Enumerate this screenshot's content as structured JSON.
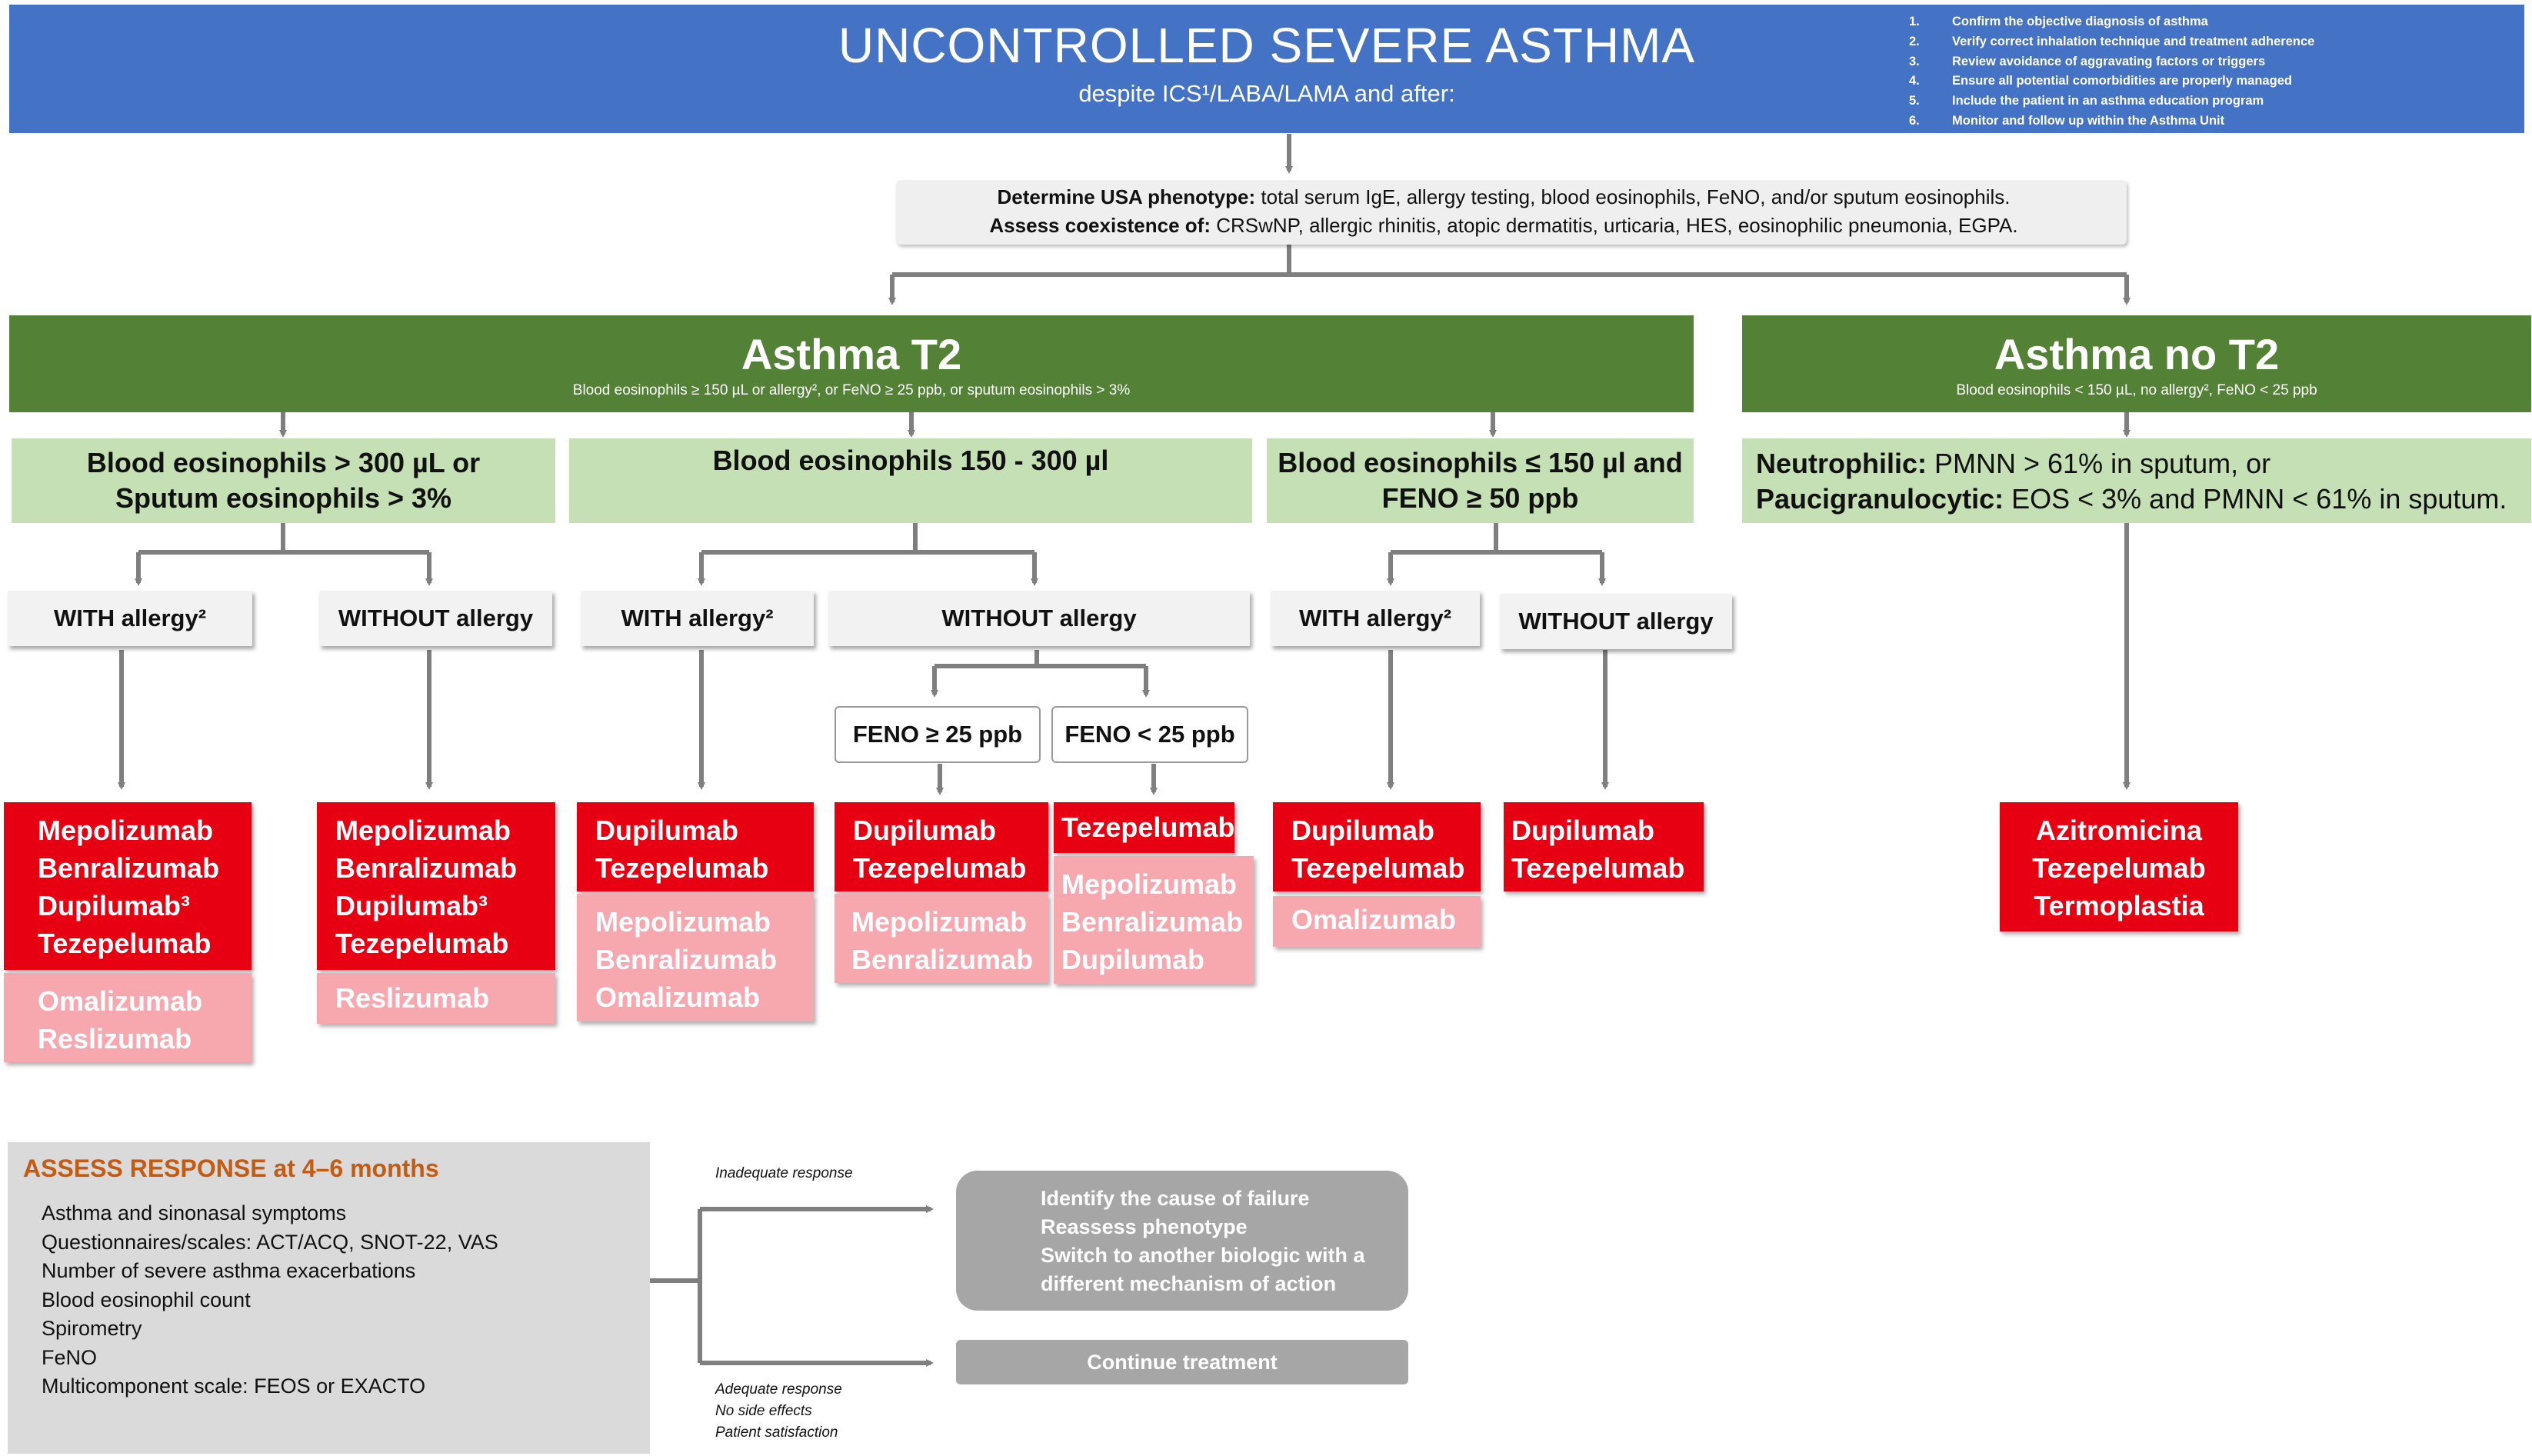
{
  "header": {
    "title": "UNCONTROLLED SEVERE ASTHMA",
    "subtitle": "despite ICS¹/LABA/LAMA and after:",
    "checklist": [
      {
        "num": "1.",
        "text": "Confirm the objective diagnosis of asthma"
      },
      {
        "num": "2.",
        "text": "Verify correct inhalation technique and treatment adherence"
      },
      {
        "num": "3.",
        "text": "Review avoidance of aggravating factors or triggers"
      },
      {
        "num": "4.",
        "text": "Ensure all potential comorbidities are properly managed"
      },
      {
        "num": "5.",
        "text": "Include the patient in an asthma education program"
      },
      {
        "num": "6.",
        "text": "Monitor and follow up within the Asthma Unit"
      }
    ]
  },
  "phenotype": {
    "line1_label": "Determine USA phenotype:",
    "line1_text": " total serum IgE, allergy testing, blood eosinophils, FeNO, and/or sputum eosinophils.",
    "line2_label": "Assess coexistence of:",
    "line2_text": " CRSwNP, allergic rhinitis, atopic dermatitis, urticaria, HES, eosinophilic pneumonia, EGPA."
  },
  "t2": {
    "title": "Asthma T2",
    "subtitle": "Blood eosinophils ≥ 150 µL or allergy², or FeNO ≥ 25 ppb, or sputum eosinophils > 3%"
  },
  "not2": {
    "title": "Asthma no T2",
    "subtitle": "Blood eosinophils < 150 µL, no allergy², FeNO < 25 ppb"
  },
  "groups": {
    "g1": {
      "line1": "Blood eosinophils > 300 µL or",
      "line2": "Sputum eosinophils > 3%"
    },
    "g2": {
      "line1": "Blood eosinophils 150 - 300 µl"
    },
    "g3": {
      "line1": "Blood eosinophils ≤ 150 µl and",
      "line2": "FENO ≥ 50 ppb"
    },
    "g4": {
      "line1_label": "Neutrophilic:",
      "line1_text": " PMNN > 61% in sputum, or",
      "line2_label": "Paucigranulocytic:",
      "line2_text": " EOS < 3% and PMNN < 61% in sputum."
    }
  },
  "allergy": {
    "with": "WITH allergy²",
    "without": "WITHOUT allergy"
  },
  "feno": {
    "high": "FENO ≥ 25 ppb",
    "low": "FENO < 25 ppb"
  },
  "drugs": {
    "g1_with_red": [
      "Mepolizumab",
      "Benralizumab",
      "Dupilumab³",
      "Tezepelumab"
    ],
    "g1_with_pink": [
      "Omalizumab",
      "Reslizumab"
    ],
    "g1_without_red": [
      "Mepolizumab",
      "Benralizumab",
      "Dupilumab³",
      "Tezepelumab"
    ],
    "g1_without_pink": [
      "Reslizumab"
    ],
    "g2_with_red": [
      "Dupilumab",
      "Tezepelumab"
    ],
    "g2_with_pink": [
      "Mepolizumab",
      "Benralizumab",
      "Omalizumab"
    ],
    "g2_fenohigh_red": [
      "Dupilumab",
      "Tezepelumab"
    ],
    "g2_fenohigh_pink": [
      "Mepolizumab",
      "Benralizumab"
    ],
    "g2_fenolow_red": [
      "Tezepelumab"
    ],
    "g2_fenolow_pink": [
      "Mepolizumab",
      "Benralizumab",
      "Dupilumab"
    ],
    "g3_with_red": [
      "Dupilumab",
      "Tezepelumab"
    ],
    "g3_with_pink": [
      "Omalizumab"
    ],
    "g3_without_red": [
      "Dupilumab",
      "Tezepelumab"
    ],
    "g4_red": [
      "Azitromicina",
      "Tezepelumab",
      "Termoplastia"
    ]
  },
  "assess": {
    "title": "ASSESS RESPONSE at 4–6 months",
    "items": [
      "Asthma and sinonasal symptoms",
      "Questionnaires/scales: ACT/ACQ, SNOT-22, VAS",
      "Number of severe asthma exacerbations",
      "Blood eosinophil count",
      "Spirometry",
      "FeNO",
      "Multicomponent scale: FEOS or EXACTO"
    ]
  },
  "response": {
    "inadequate_label": "Inadequate response",
    "adequate_lines": [
      "Adequate response",
      "No side effects",
      "Patient satisfaction"
    ],
    "failure_lines": [
      "Identify the cause of failure",
      "Reassess phenotype",
      "Switch to another biologic with a",
      "different mechanism of action"
    ],
    "continue": "Continue treatment"
  },
  "colors": {
    "header_blue": "#4472c4",
    "t2_green": "#538135",
    "light_green": "#c5e0b4",
    "drug_red": "#e60012",
    "drug_pink": "#f7a7ae",
    "assess_orange": "#c55a11",
    "connector_gray": "#7f7f7f"
  }
}
